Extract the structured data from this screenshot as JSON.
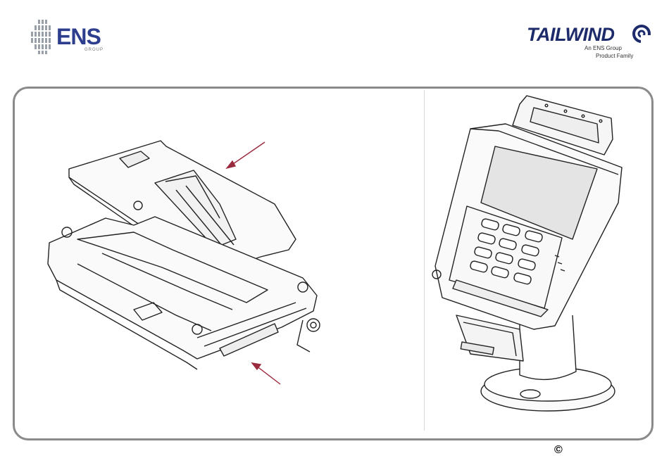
{
  "logos": {
    "ens": {
      "name": "ENS",
      "sub": "GROUP",
      "color": "#2e3e8e"
    },
    "tailwind": {
      "name": "TAILWIND",
      "line1": "An ENS Group",
      "line2": "Product Family",
      "color": "#1d2b6b"
    }
  },
  "footer": {
    "copyright": "©"
  },
  "illustrations": [
    {
      "id": "exploded-cradle",
      "description_icon": "mount-cradle-drawing"
    },
    {
      "id": "terminal-on-stand",
      "description_icon": "payment-terminal-drawing"
    }
  ],
  "colors": {
    "frame": "#8a8a8a",
    "arrow": "#9a2a3e"
  }
}
